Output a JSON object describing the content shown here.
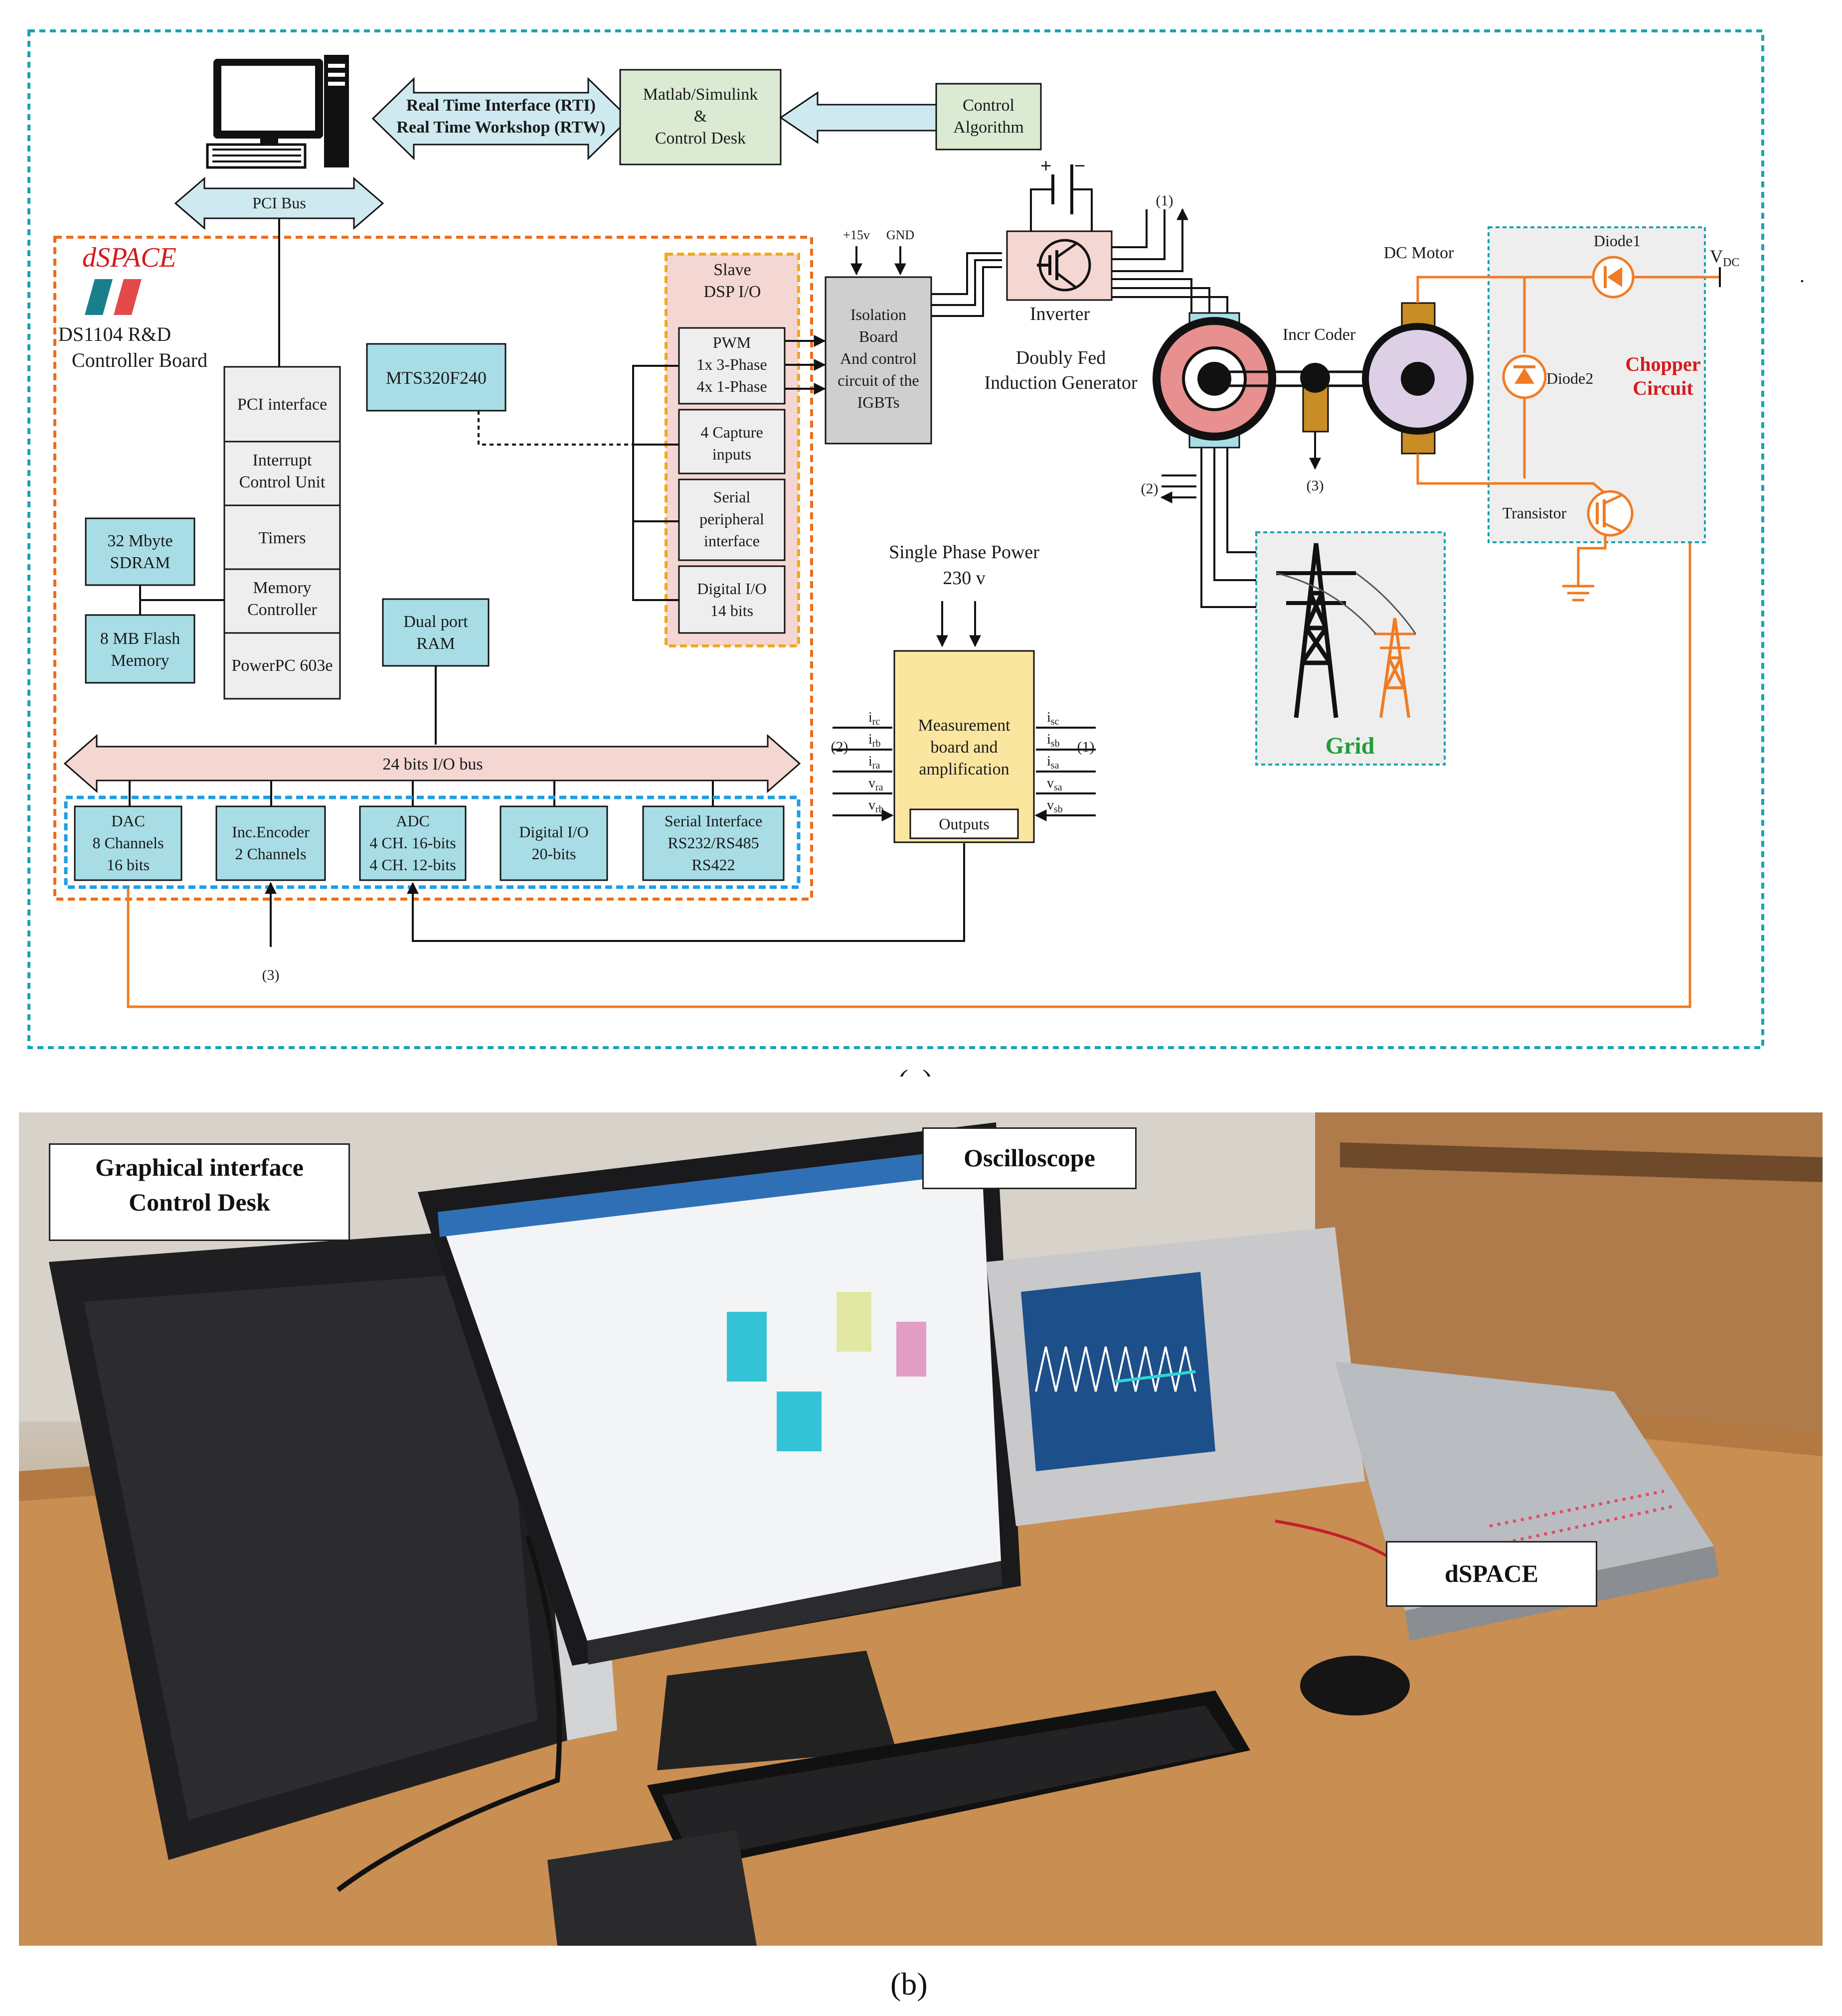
{
  "panels": {
    "a": "(a)",
    "b": "(b)"
  },
  "pc": {
    "pci_bus": "PCI Bus"
  },
  "rti": {
    "line1": "Real Time Interface (RTI)",
    "line2": "Real Time Workshop (RTW)"
  },
  "matlab": {
    "line1": "Matlab/Simulink",
    "line2": "&",
    "line3": "Control Desk"
  },
  "control_algorithm": {
    "line1": "Control",
    "line2": "Algorithm"
  },
  "dspace_board": {
    "logo": "dSPACE",
    "title1": "DS1104 R&D",
    "title2": "Controller Board"
  },
  "pci_stack": {
    "pci_interface": "PCI interface",
    "icu1": "Interrupt",
    "icu2": "Control Unit",
    "timers": "Timers",
    "mem1": "Memory",
    "mem2": "Controller",
    "ppc": "PowerPC 603e"
  },
  "sdram": {
    "line1": "32 Mbyte",
    "line2": "SDRAM"
  },
  "flash": {
    "line1": "8 MB Flash",
    "line2": "Memory"
  },
  "mts": "MTS320F240",
  "dual_port": {
    "line1": "Dual port",
    "line2": "RAM"
  },
  "slave": {
    "title1": "Slave",
    "title2": "DSP I/O",
    "pwm1": "PWM",
    "pwm2": "1x 3-Phase",
    "pwm3": "4x 1-Phase",
    "cap1": "4 Capture",
    "cap2": "inputs",
    "ser1": "Serial",
    "ser2": "peripheral",
    "ser3": "interface",
    "dio1": "Digital I/O",
    "dio2": "14 bits"
  },
  "io_bus": "24 bits I/O bus",
  "dac": {
    "line1": "DAC",
    "line2": "8 Channels",
    "line3": "16 bits"
  },
  "encoder": {
    "line1": "Inc.Encoder",
    "line2": "2 Channels"
  },
  "adc": {
    "line1": "ADC",
    "line2": "4 CH. 16-bits",
    "line3": "4 CH. 12-bits"
  },
  "digital_io": {
    "line1": "Digital I/O",
    "line2": "20-bits"
  },
  "serial_if": {
    "line1": "Serial Interface",
    "line2": "RS232/RS485",
    "line3": "RS422"
  },
  "isolation": {
    "v15": "+15v",
    "gnd": "GND",
    "line1": "Isolation",
    "line2": "Board",
    "line3": "And control",
    "line4": "circuit of the",
    "line5": "IGBTs"
  },
  "inverter": {
    "label": "Inverter",
    "plus": "+",
    "minus": "−"
  },
  "dfig": {
    "line1": "Doubly Fed",
    "line2": "Induction Generator"
  },
  "incr_coder": "Incr Coder",
  "dc_motor": "DC Motor",
  "chopper": {
    "diode1": "Diode1",
    "diode2": "Diode2",
    "vdc": "V",
    "vdc_sub": "DC",
    "title1": "Chopper",
    "title2": "Circuit",
    "transistor": "Transistor"
  },
  "grid": "Grid",
  "measurement": {
    "power1": "Single Phase Power",
    "power2": "230 v",
    "line1": "Measurement",
    "line2": "board and",
    "line3": "amplification",
    "outputs": "Outputs",
    "left_inputs": [
      "i",
      "i",
      "i",
      "v",
      "v"
    ],
    "left_subs": [
      "rc",
      "rb",
      "ra",
      "ra",
      "rb"
    ],
    "right_inputs": [
      "i",
      "i",
      "i",
      "v",
      "v"
    ],
    "right_subs": [
      "sc",
      "sb",
      "sa",
      "sa",
      "sb"
    ]
  },
  "markers": {
    "m1": "(1)",
    "m2": "(2)",
    "m3": "(3)"
  },
  "photo_labels": {
    "gi1": "Graphical interface",
    "gi2": "Control Desk",
    "osc": "Oscilloscope",
    "ds": "dSPACE"
  },
  "colors": {
    "teal_border": "#1aa3b5",
    "orange_border": "#ef6c1a",
    "cyan_box": "#a8dde6",
    "green_box": "#dbead3",
    "pink_box": "#f4d6d2",
    "yellow_box": "#fbe6a0",
    "grid_label": "#1e9e3a",
    "chopper_label": "#d31b1b",
    "orange_wire": "#f07b23"
  }
}
